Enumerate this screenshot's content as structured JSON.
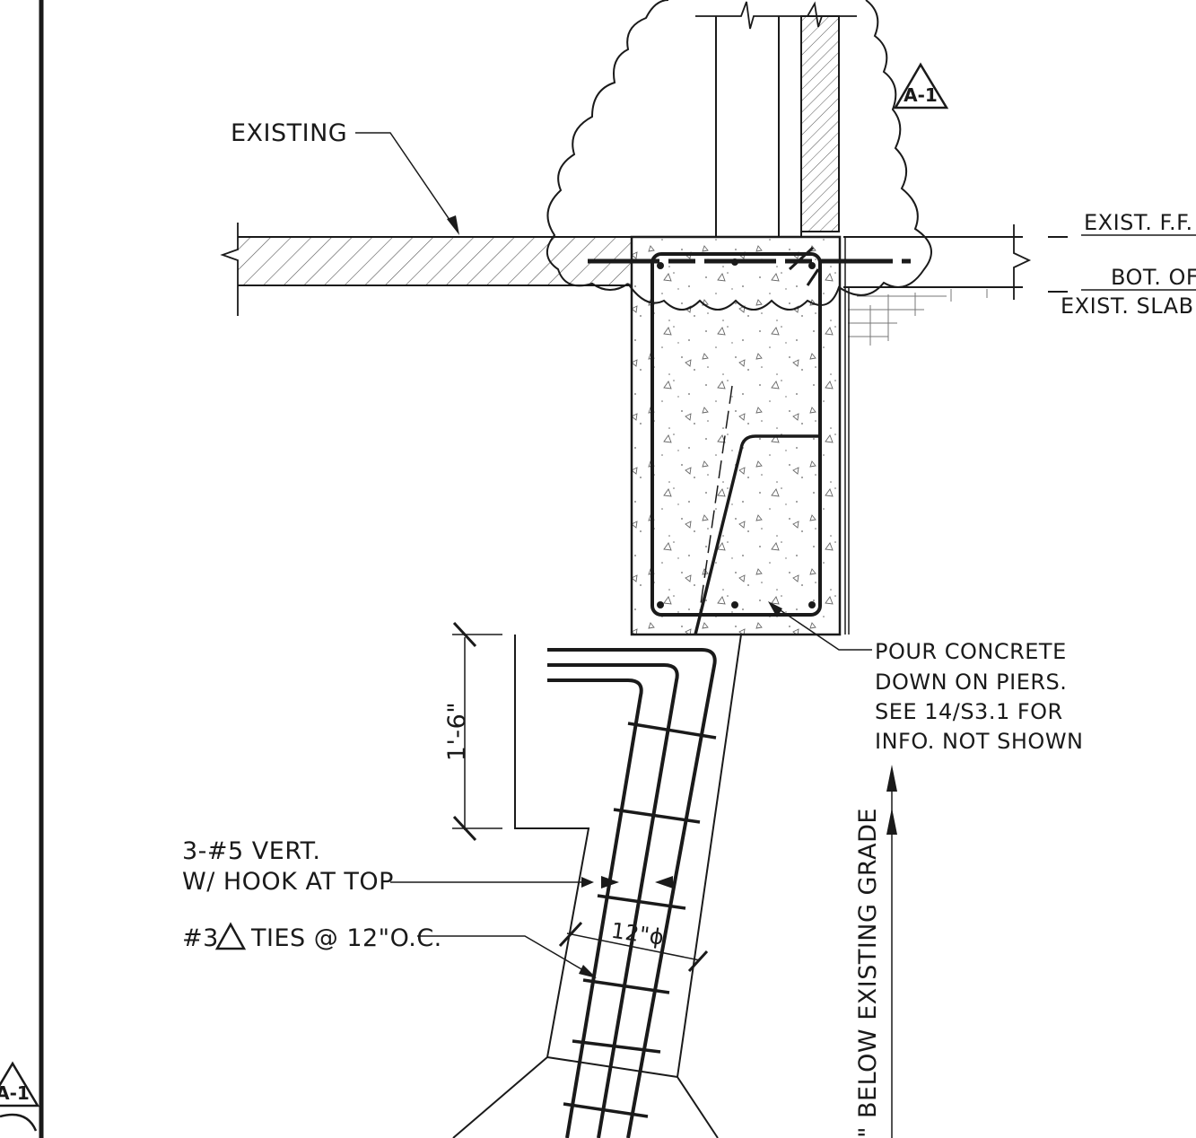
{
  "drawing": {
    "labels": {
      "existing": "EXISTING",
      "exist_ff": "EXIST. F.F.",
      "bot_of": "BOT. OF",
      "exist_slab": "EXIST. SLAB",
      "pour_1": "POUR CONCRETE",
      "pour_2": "DOWN ON PIERS.",
      "pour_3": "SEE 14/S3.1 FOR",
      "pour_4": "INFO. NOT SHOWN",
      "vert_1": "3-#5 VERT.",
      "vert_2": "W/ HOOK AT TOP",
      "ties_prefix": "#3",
      "ties_suffix": "TIES @ 12\"O.C.",
      "dim_1_6": "1'-6\"",
      "diameter": "12\"ϕ",
      "grade": "\" BELOW EXISTING GRADE"
    },
    "revision_tags": [
      "A-1",
      "A-1"
    ],
    "colors": {
      "line": "#1a1a1a",
      "hatch": "#555555",
      "paper": "#ffffff"
    }
  }
}
